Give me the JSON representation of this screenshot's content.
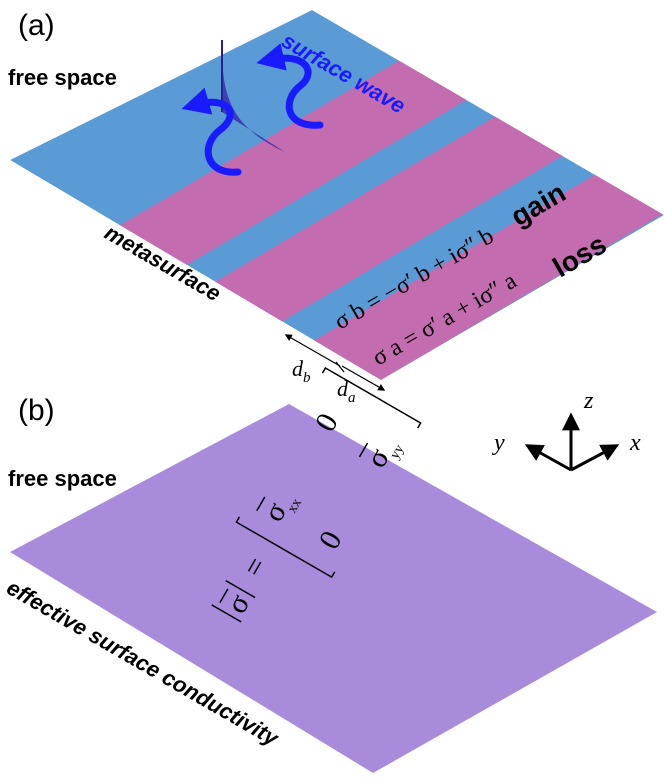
{
  "panel_a": {
    "tag": "(a)",
    "free_space": "free space",
    "surface_wave": "surface wave",
    "metasurface": "metasurface",
    "gain": "gain",
    "loss": "loss",
    "sigma_b_eq": "σ b = −σ′ b + iσ″ b",
    "sigma_a_eq": "σ a = σ′ a + iσ″ a",
    "d_b": "d",
    "d_b_sub": "b",
    "d_a": "d",
    "d_a_sub": "a",
    "colors": {
      "gain_strip": "#5b9bd5",
      "loss_strip": "#c46cb0",
      "wave_arrow": "#1a1aff"
    }
  },
  "panel_b": {
    "tag": "(b)",
    "free_space": "free space",
    "effective": "effective surface conductivity",
    "sigma_bar": "σ",
    "equals": "=",
    "sigma_xx": "σ",
    "sub_xx": "xx",
    "sigma_yy": "σ",
    "sub_yy": "yy",
    "zero": "0",
    "colors": {
      "sheet": "#a98bdc"
    }
  },
  "axes": {
    "x": "x",
    "y": "y",
    "z": "z"
  }
}
